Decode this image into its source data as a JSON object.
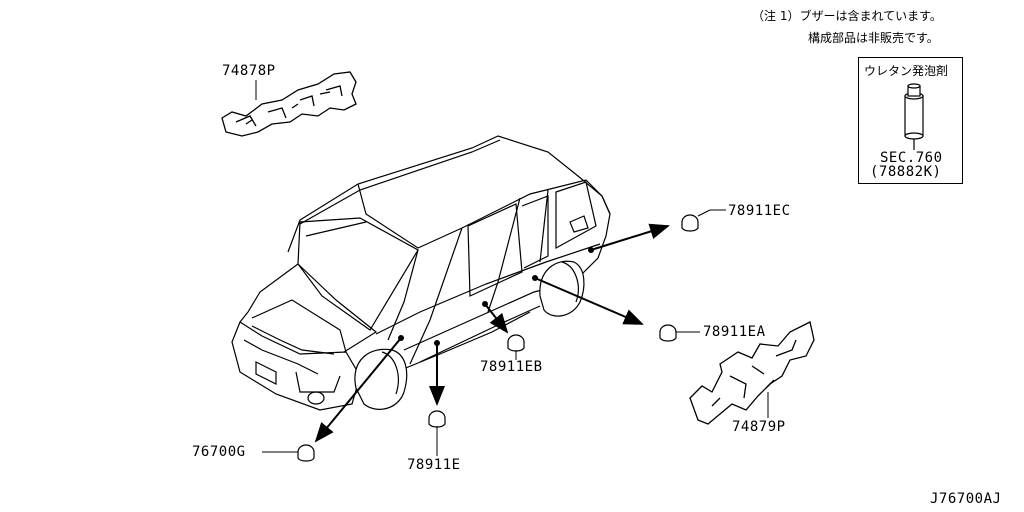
{
  "notes": {
    "line1": "（注 1）ブザーは含まれています。",
    "line2": "構成部品は非販売です。"
  },
  "inset": {
    "title": "ウレタン発泡剤",
    "section": "SEC.760",
    "part": "(78882K)"
  },
  "parts": {
    "p74878P": "74878P",
    "p78911EC": "78911EC",
    "p78911EA": "78911EA",
    "p78911EB": "78911EB",
    "p76700G": "76700G",
    "p78911E": "78911E",
    "p74879P": "74879P"
  },
  "diagram_id": "J76700AJ"
}
